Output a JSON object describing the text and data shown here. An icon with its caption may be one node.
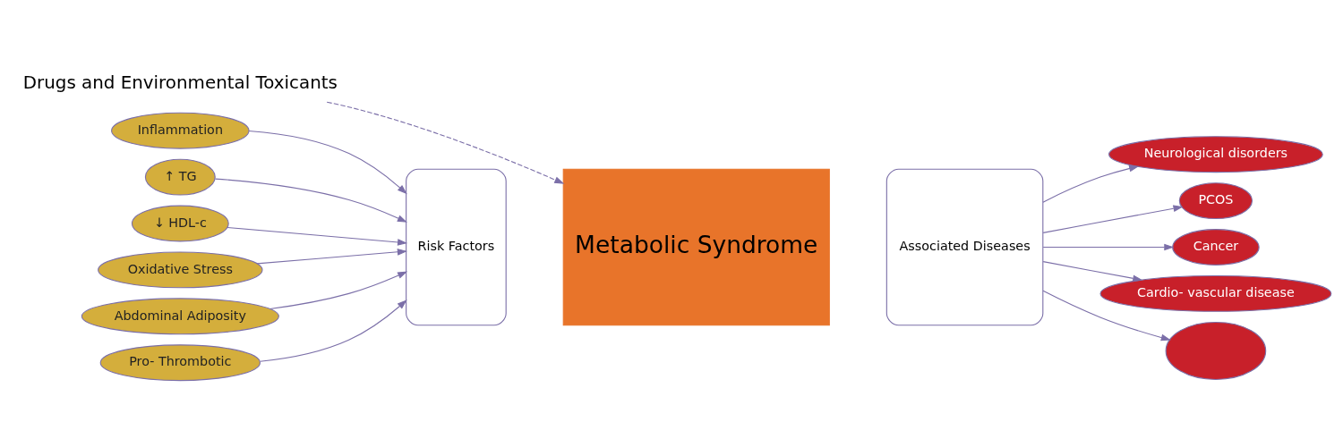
{
  "diagram": {
    "nodes": [
      {
        "text": [
          "Drugs and Environmental Toxicants"
        ]
      },
      {
        "text": [
          "Inflammation"
        ]
      },
      {
        "text": [
          "↑ TG"
        ]
      },
      {
        "text": [
          "↓ HDL-c"
        ]
      },
      {
        "text": [
          "Oxidative Stress"
        ]
      },
      {
        "text": [
          "Abdominal Adiposity"
        ]
      },
      {
        "text": [
          "Pro- Thrombotic"
        ]
      },
      {
        "text": [
          "Risk Factors"
        ]
      },
      {
        "text": [
          "Metabolic Syndrome"
        ]
      },
      {
        "text": [
          "Associated Diseases"
        ]
      },
      {
        "text": [
          "Neurological disorders"
        ]
      },
      {
        "text": [
          "PCOS"
        ]
      },
      {
        "text": [
          "Cancer"
        ]
      },
      {
        "text": [
          "Cardio- vascular disease"
        ]
      },
      {
        "text": [],
        "shape": "ellipse"
      }
    ],
    "edges": [
      {
        "from": 0,
        "to": 8,
        "arrow": "to",
        "style": "dashed"
      },
      {
        "from": 1,
        "to": 7,
        "arrow": "to"
      },
      {
        "from": 2,
        "to": 7,
        "arrow": "to"
      },
      {
        "from": 3,
        "to": 7,
        "arrow": "to"
      },
      {
        "from": 4,
        "to": 7,
        "arrow": "to"
      },
      {
        "from": 5,
        "to": 7,
        "arrow": "to"
      },
      {
        "from": 6,
        "to": 7,
        "arrow": "to"
      },
      {
        "from": 9,
        "to": 10,
        "arrow": "to"
      },
      {
        "from": 9,
        "to": 11,
        "arrow": "to"
      },
      {
        "from": 9,
        "to": 12,
        "arrow": "to"
      },
      {
        "from": 9,
        "to": 13,
        "arrow": "to"
      },
      {
        "from": 9,
        "to": 14,
        "arrow": "to"
      }
    ]
  }
}
